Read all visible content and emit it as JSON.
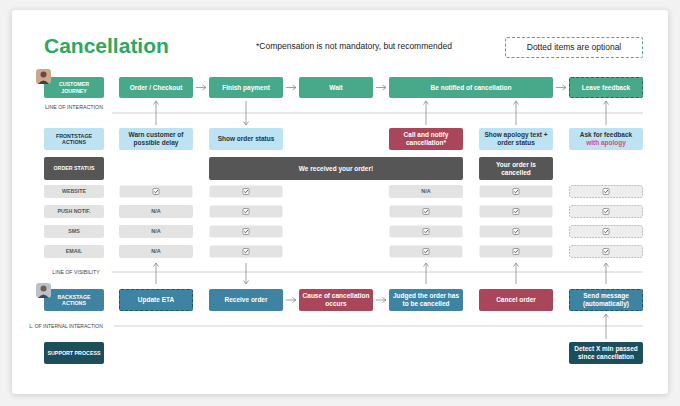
{
  "diagram": {
    "title": "Cancellation",
    "nodes": [
      {
        "text": [
          "Dotted items are optional"
        ]
      },
      {
        "text": [
          "CUSTOMER JOURNEY"
        ]
      },
      {
        "text": [
          "Order / Checkout"
        ]
      },
      {
        "text": [
          "Finish payment"
        ]
      },
      {
        "text": [
          "Wait"
        ]
      },
      {
        "text": [
          "Be notified of cancellation"
        ]
      },
      {
        "text": [
          "Leave feedback"
        ]
      },
      {
        "text": [
          "FRONTSTAGE ACTIONS"
        ]
      },
      {
        "text": [
          "Warn customer of possible delay"
        ]
      },
      {
        "text": [
          "Show order status"
        ]
      },
      {
        "text": [
          "Call and notify cancellation*"
        ]
      },
      {
        "text": [
          "Show apology text + order status"
        ]
      },
      {
        "text": [
          "Ask for feedback",
          "with apology"
        ]
      },
      {
        "text": [
          "ORDER STATUS"
        ]
      },
      {
        "text": [
          "We received your order!"
        ]
      },
      {
        "text": [
          "Your order is cancelled"
        ]
      },
      {
        "text": [
          "WEBSITE"
        ]
      },
      {
        "text": [
          "N/A"
        ]
      },
      {
        "text": [
          "PUSH NOTIF."
        ]
      },
      {
        "text": [
          "N/A"
        ]
      },
      {
        "text": [
          "SMS"
        ]
      },
      {
        "text": [
          "N/A"
        ]
      },
      {
        "text": [
          "EMAIL"
        ]
      },
      {
        "text": [
          "N/A"
        ]
      },
      {
        "text": [
          "BACKSTAGE ACTIONS"
        ]
      },
      {
        "text": [
          "Update ETA"
        ]
      },
      {
        "text": [
          "Receive order"
        ]
      },
      {
        "text": [
          "Cause of cancellation occurs"
        ]
      },
      {
        "text": [
          "Judged the order has to be cancelled"
        ]
      },
      {
        "text": [
          "Cancel order"
        ]
      },
      {
        "text": [
          "Send message (automatically)"
        ]
      },
      {
        "text": [
          "SUPPORT PROCESS"
        ]
      },
      {
        "text": [
          "Detect X min passed since cancellation"
        ]
      }
    ],
    "edges": [
      {
        "from": 2,
        "to": 3,
        "arrow": "to"
      },
      {
        "from": 3,
        "to": 4,
        "arrow": "to"
      },
      {
        "from": 4,
        "to": 5,
        "arrow": "to"
      },
      {
        "from": 5,
        "to": 6,
        "arrow": "to"
      },
      {
        "from": 8,
        "to": 2,
        "arrow": "to"
      },
      {
        "from": 3,
        "to": 9,
        "arrow": "to"
      },
      {
        "from": 10,
        "to": 5,
        "arrow": "to"
      },
      {
        "from": 11,
        "to": 5,
        "arrow": "to"
      },
      {
        "from": 12,
        "to": 6,
        "arrow": "to"
      },
      {
        "from": 26,
        "to": 27,
        "arrow": "to"
      },
      {
        "from": 27,
        "to": 28,
        "arrow": "to"
      },
      {
        "from": 32,
        "to": 30,
        "arrow": "to"
      }
    ],
    "labels": [
      "*Compensation is not mandatory, but recommended",
      "LINE OF INTERACTION",
      "LINE OF VISIBILITY",
      "L. OF INTERNAL INTERACTION"
    ]
  }
}
